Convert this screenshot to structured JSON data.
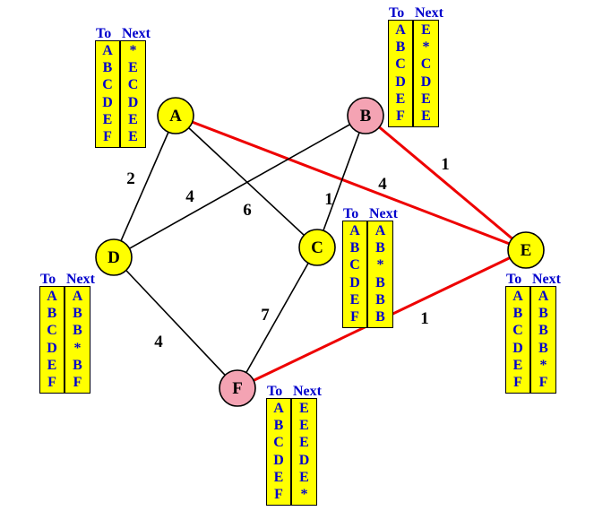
{
  "nodes": [
    {
      "id": "A",
      "color": "#ffff00"
    },
    {
      "id": "B",
      "color": "#f4a3b3"
    },
    {
      "id": "C",
      "color": "#ffff00"
    },
    {
      "id": "D",
      "color": "#ffff00"
    },
    {
      "id": "E",
      "color": "#ffff00"
    },
    {
      "id": "F",
      "color": "#f4a3b3"
    }
  ],
  "edges": [
    {
      "from": "A",
      "to": "D",
      "weight": "2",
      "highlight": false
    },
    {
      "from": "A",
      "to": "C",
      "weight": "6",
      "highlight": false
    },
    {
      "from": "A",
      "to": "E",
      "weight": "4",
      "highlight": true
    },
    {
      "from": "B",
      "to": "D",
      "weight": "4",
      "highlight": false
    },
    {
      "from": "B",
      "to": "C",
      "weight": "1",
      "highlight": false
    },
    {
      "from": "B",
      "to": "E",
      "weight": "1",
      "highlight": true
    },
    {
      "from": "D",
      "to": "F",
      "weight": "4",
      "highlight": false
    },
    {
      "from": "C",
      "to": "F",
      "weight": "7",
      "highlight": false
    },
    {
      "from": "F",
      "to": "E",
      "weight": "1",
      "highlight": true
    }
  ],
  "colors": {
    "highlight_edge": "#ee0000",
    "normal_edge": "#000000",
    "table_fill": "#ffff00",
    "table_text": "#0000cc"
  },
  "table_header": {
    "to": "To",
    "next": "Next"
  },
  "tables": {
    "A": {
      "to": [
        "A",
        "B",
        "C",
        "D",
        "E",
        "F"
      ],
      "next": [
        "*",
        "E",
        "C",
        "D",
        "E",
        "E"
      ]
    },
    "B": {
      "to": [
        "A",
        "B",
        "C",
        "D",
        "E",
        "F"
      ],
      "next": [
        "E",
        "*",
        "C",
        "D",
        "E",
        "E"
      ]
    },
    "C": {
      "to": [
        "A",
        "B",
        "C",
        "D",
        "E",
        "F"
      ],
      "next": [
        "A",
        "B",
        "*",
        "B",
        "B",
        "B"
      ]
    },
    "D": {
      "to": [
        "A",
        "B",
        "C",
        "D",
        "E",
        "F"
      ],
      "next": [
        "A",
        "B",
        "B",
        "*",
        "B",
        "F"
      ]
    },
    "E": {
      "to": [
        "A",
        "B",
        "C",
        "D",
        "E",
        "F"
      ],
      "next": [
        "A",
        "B",
        "B",
        "B",
        "*",
        "F"
      ]
    },
    "F": {
      "to": [
        "A",
        "B",
        "C",
        "D",
        "E",
        "F"
      ],
      "next": [
        "E",
        "E",
        "E",
        "D",
        "E",
        "*"
      ]
    }
  }
}
